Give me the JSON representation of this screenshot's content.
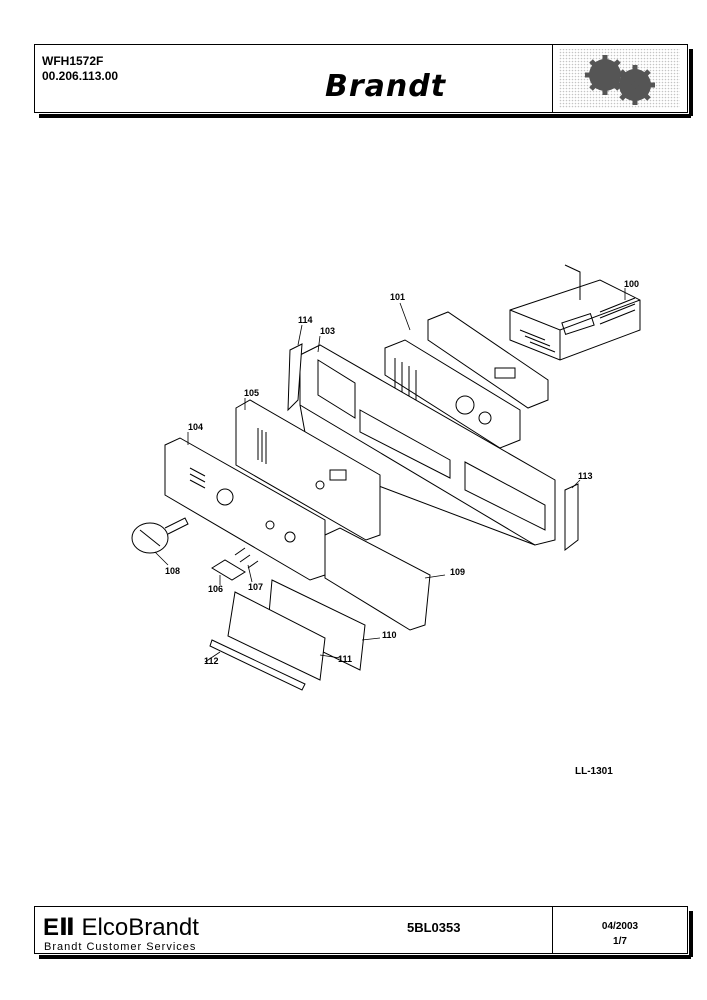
{
  "header": {
    "model": "WFH1572F",
    "code": "00.206.113.00",
    "brand": "Brandt"
  },
  "diagram": {
    "callouts": [
      "100",
      "101",
      "103",
      "104",
      "105",
      "106",
      "107",
      "108",
      "109",
      "110",
      "111",
      "112",
      "113",
      "114"
    ]
  },
  "reference": "LL-1301",
  "footer": {
    "logo_mark": "EⅡ",
    "company_light": "Elco",
    "company_bold": "Brandt",
    "service": "Brandt Customer Services",
    "doc_number": "5BL0353",
    "date": "04/2003",
    "page": "1/7"
  }
}
